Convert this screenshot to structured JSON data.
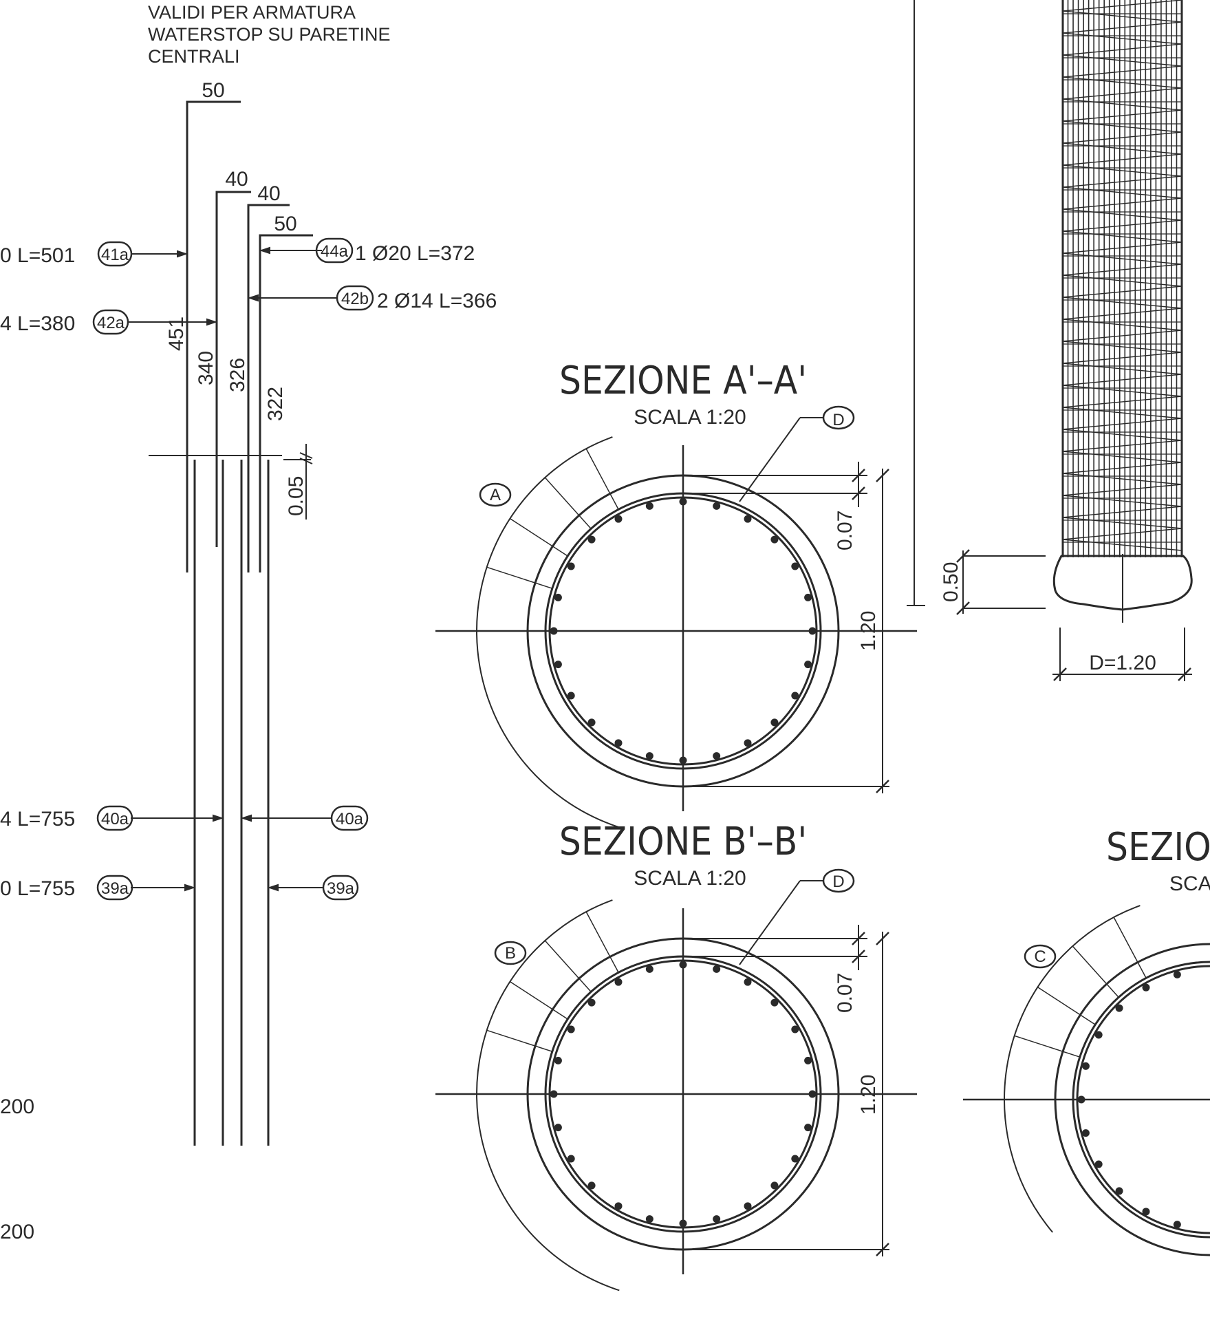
{
  "note": [
    "VALIDI PER ARMATURA",
    "WATERSTOP SU PARETINE",
    "CENTRALI"
  ],
  "bar_dims": {
    "top_41": "50",
    "top_42": "40",
    "top_42b": "40",
    "top_44": "50",
    "len_41": "451",
    "len_42": "340",
    "len_42b": "326",
    "len_44": "322",
    "cover": "0.05"
  },
  "callouts": {
    "c41": {
      "text": "0  L=501",
      "mark": "41a"
    },
    "c42": {
      "text": "4  L=380",
      "mark": "42a"
    },
    "c44": {
      "text": "1  Ø20  L=372",
      "mark": "44a"
    },
    "c42b": {
      "text": "2  Ø14  L=366",
      "mark": "42b"
    },
    "c40_left": {
      "text": "4  L=755",
      "mark": "40a"
    },
    "c40_right": {
      "mark": "40a"
    },
    "c39_left": {
      "text": "0  L=755",
      "mark": "39a"
    },
    "c39_right": {
      "mark": "39a"
    },
    "spacing1": "200",
    "spacing2": "200"
  },
  "section_a": {
    "title": "SEZIONE  A'–A'",
    "scale": "SCALA  1:20",
    "tag": "A",
    "detail": "D",
    "dim_cover": "0.07",
    "dim_diameter": "1.20"
  },
  "section_b": {
    "title": "SEZIONE  B'–B'",
    "scale": "SCALA  1:20",
    "tag": "B",
    "detail": "D",
    "dim_cover": "0.07",
    "dim_diameter": "1.20"
  },
  "section_c": {
    "title": "SEZION",
    "scale": "SCAL",
    "tag": "C"
  },
  "pile": {
    "dim_end": "0.50",
    "dim_diameter": "D=1.20"
  }
}
